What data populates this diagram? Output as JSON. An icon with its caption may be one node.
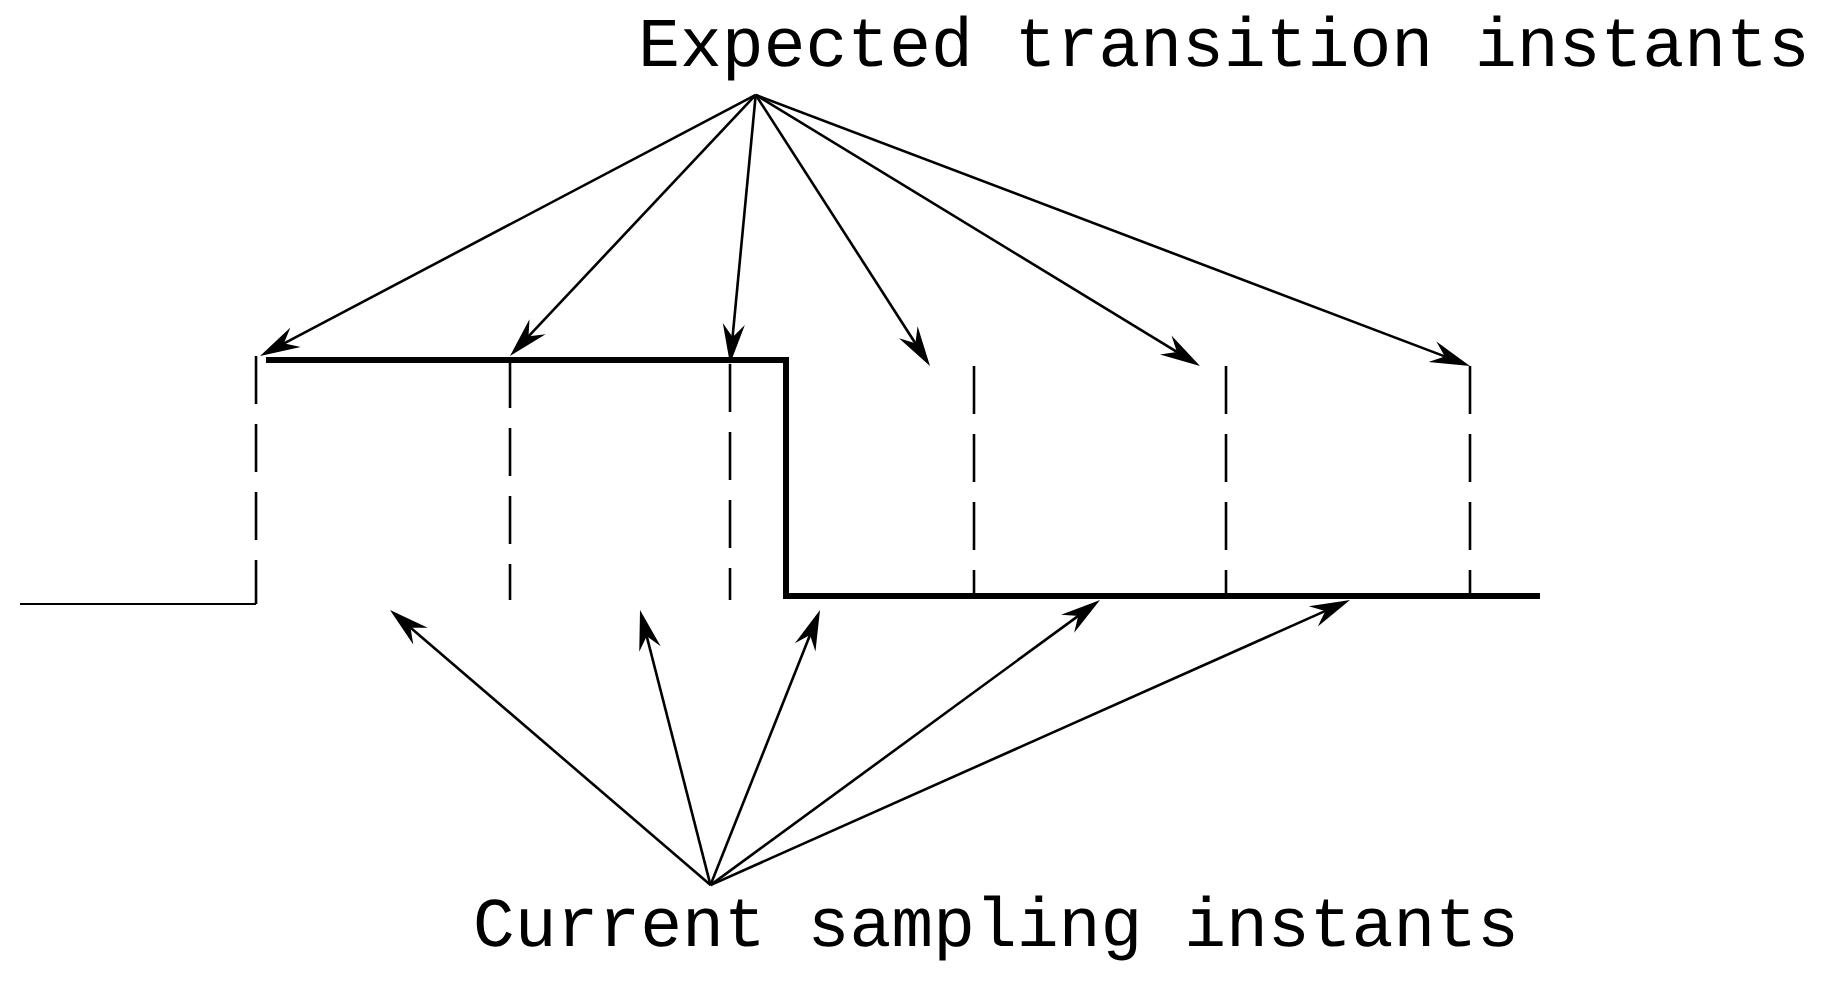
{
  "diagram": {
    "nodes": [
      {
        "text": [
          "Expected transition instants"
        ]
      },
      {
        "text": [
          "Current sampling instants"
        ]
      }
    ],
    "edges": [
      {
        "from": 0,
        "to": null,
        "arrow": "to"
      },
      {
        "from": 0,
        "to": null,
        "arrow": "to"
      },
      {
        "from": 0,
        "to": null,
        "arrow": "to"
      },
      {
        "from": 0,
        "to": null,
        "arrow": "to"
      },
      {
        "from": 0,
        "to": null,
        "arrow": "to"
      },
      {
        "from": 0,
        "to": null,
        "arrow": "to"
      },
      {
        "from": 1,
        "to": null,
        "arrow": "to"
      },
      {
        "from": 1,
        "to": null,
        "arrow": "to"
      },
      {
        "from": 1,
        "to": null,
        "arrow": "to"
      },
      {
        "from": 1,
        "to": null,
        "arrow": "to"
      },
      {
        "from": 1,
        "to": null,
        "arrow": "to"
      }
    ]
  }
}
